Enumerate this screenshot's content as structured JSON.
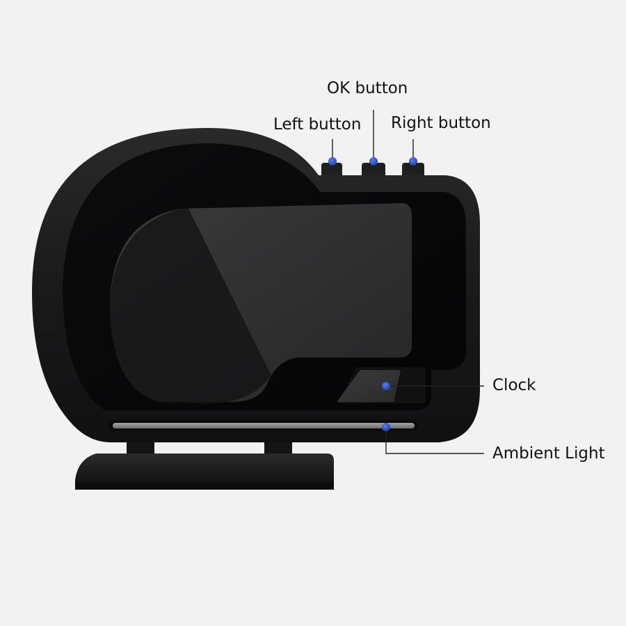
{
  "labels": {
    "ok_button": "OK button",
    "left_button": "Left button",
    "right_button": "Right button",
    "clock": "Clock",
    "ambient_light": "Ambient Light"
  },
  "colors": {
    "background": "#f2f2f2",
    "device_body": "#1b1b1c",
    "marker": "#2a4fc0",
    "leader_line": "#222222",
    "ambient_strip": "#8a8a8a"
  }
}
